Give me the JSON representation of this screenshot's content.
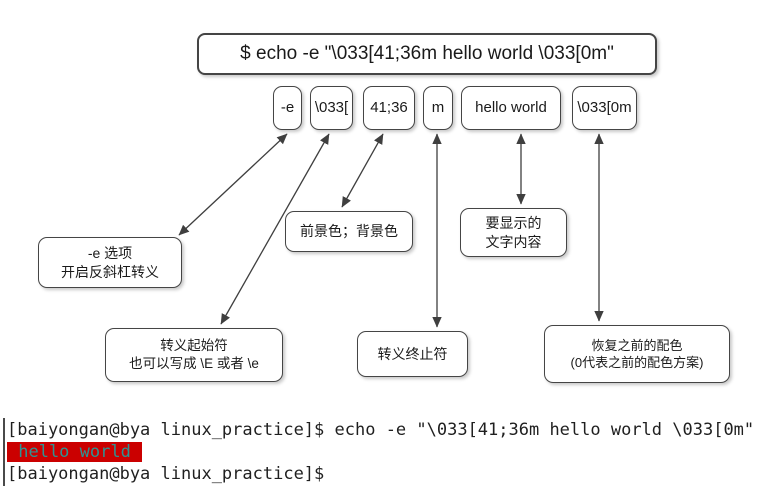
{
  "diagram": {
    "command": "$ echo -e \"\\033[41;36m hello world \\033[0m\"",
    "tokens": [
      {
        "label": "-e"
      },
      {
        "label": "\\033["
      },
      {
        "label": "41;36"
      },
      {
        "label": "m"
      },
      {
        "label": "hello world"
      },
      {
        "label": "\\033[0m"
      }
    ],
    "annotations": {
      "e_option": {
        "line1": "-e 选项",
        "line2": "开启反斜杠转义"
      },
      "fg_bg": {
        "line1": "前景色；背景色"
      },
      "display_text": {
        "line1": "要显示的",
        "line2": "文字内容"
      },
      "escape_start": {
        "line1": "转义起始符",
        "line2": "也可以写成 \\E 或者 \\e"
      },
      "escape_end": {
        "line1": "转义终止符"
      },
      "restore": {
        "line1": "恢复之前的配色",
        "line2": "(0代表之前的配色方案)"
      }
    },
    "ink_color": "#3f3f3f"
  },
  "terminal": {
    "line1": "[baiyongan@bya linux_practice]$ echo -e \"\\033[41;36m hello world \\033[0m\"",
    "line2": " hello world ",
    "line3": "[baiyongan@bya linux_practice]$",
    "colors": {
      "text": "#1f1f1f",
      "output_bg": "#cb0000",
      "output_fg": "#2d9393"
    }
  }
}
